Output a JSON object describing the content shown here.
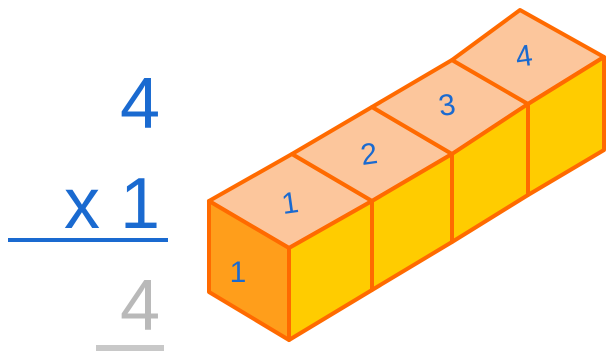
{
  "problem": {
    "multiplicand": "4",
    "multiplier_text": "x 1",
    "product": "4"
  },
  "blocks": {
    "top_labels": [
      "1",
      "2",
      "3",
      "4"
    ],
    "front_label": "1"
  },
  "colors": {
    "digits": "#1a6ad0",
    "product_digit": "#b9b9b9",
    "block_top": "#fcc69c",
    "block_side": "#ffcc00",
    "block_front": "#ff9e1b",
    "block_edge": "#ff6a00"
  }
}
